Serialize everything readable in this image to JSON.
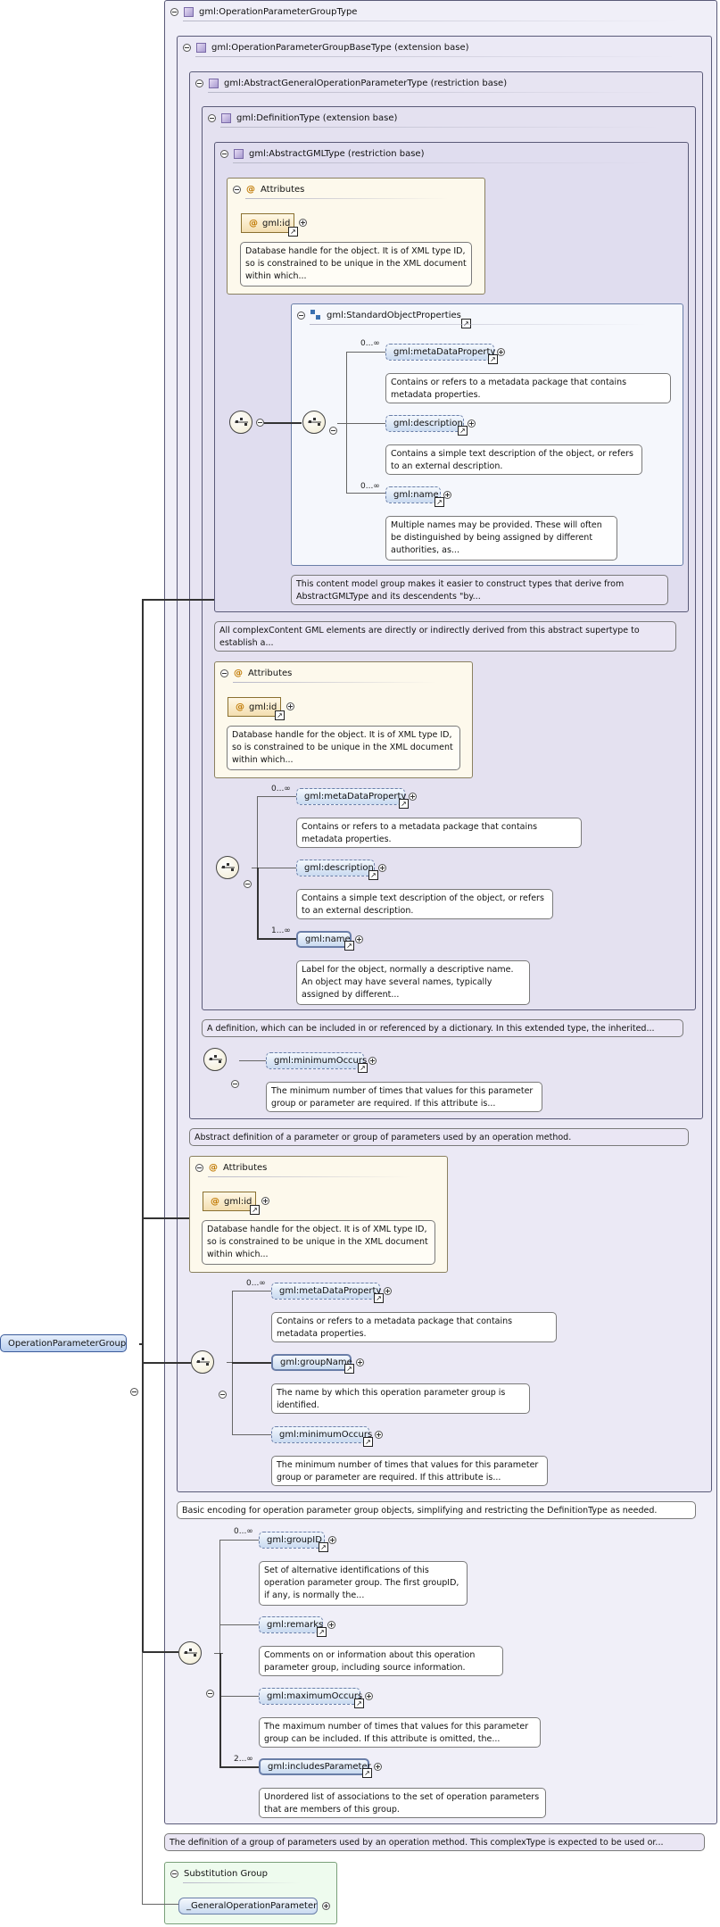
{
  "root": {
    "label": "OperationParameterGroup"
  },
  "types": {
    "t1": "gml:OperationParameterGroupType",
    "t2": "gml:OperationParameterGroupBaseType (extension base)",
    "t3": "gml:AbstractGeneralOperationParameterType (restriction base)",
    "t4": "gml:DefinitionType (extension base)",
    "t5": "gml:AbstractGMLType (restriction base)"
  },
  "group": {
    "label": "gml:StandardObjectProperties"
  },
  "attributes_label": "Attributes",
  "substitution_label": "Substitution Group",
  "elements": {
    "id": "gml:id",
    "metaDataProperty": "gml:metaDataProperty",
    "description": "gml:description",
    "name": "gml:name",
    "minimumOccurs": "gml:minimumOccurs",
    "groupName": "gml:groupName",
    "groupID": "gml:groupID",
    "remarks": "gml:remarks",
    "maximumOccurs": "gml:maximumOccurs",
    "includesParameter": "gml:includesParameter",
    "generalOp": "_GeneralOperationParameter"
  },
  "cardinality": {
    "zero_many": "0...∞",
    "one_many": "1...∞",
    "two_many": "2...∞"
  },
  "notes": {
    "id": "Database handle for the object. It is of XML type ID, so is constrained to be unique in the XML document within which...",
    "metaDataProperty": "Contains or refers to a metadata package that contains metadata properties.",
    "description": "Contains a simple text description of the object, or refers to an external description.",
    "name_std": "Multiple names may be provided. These will often be distinguished by being assigned by different authorities, as...",
    "standardGroup": "This content model group makes it easier to construct types that derive from AbstractGMLType and its descendents \"by...",
    "abstractGML": "All complexContent GML elements are directly or indirectly derived from this abstract supertype to establish a...",
    "name_def": "Label for the object, normally a descriptive name. An object may have several names, typically assigned by different...",
    "definition": "A definition, which can be included in or referenced by a dictionary. In this extended type, the inherited...",
    "minimumOccurs": "The minimum number of times that values for this parameter group or parameter are required. If this attribute is...",
    "abstractGeneral": "Abstract definition of a parameter or group of parameters used by an operation method.",
    "groupName": "The name by which this operation parameter group is identified.",
    "baseType": "Basic encoding for operation parameter group objects, simplifying and restricting the DefinitionType as needed.",
    "groupID": "Set of alternative identifications of this operation parameter group. The first groupID, if any, is normally the...",
    "remarks": "Comments on or information about this operation parameter group, including source information.",
    "maximumOccurs": "The maximum number of times that values for this parameter group can be included. If this attribute is omitted, the...",
    "includesParameter": "Unordered list of associations to the set of operation parameters that are members of this group.",
    "groupType": "The definition of a group of parameters used by an operation method. This complexType is expected to be used or..."
  }
}
